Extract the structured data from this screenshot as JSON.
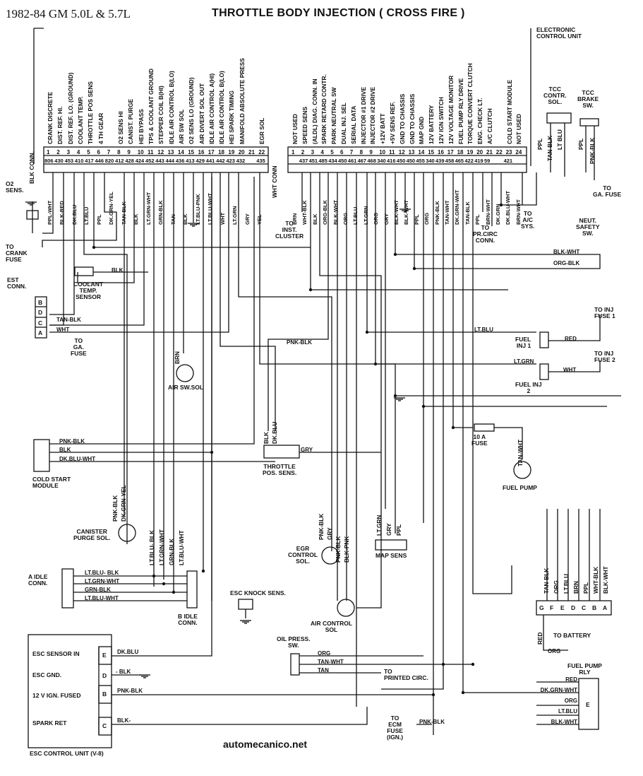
{
  "title": {
    "left": "1982-84 GM 5.0L & 5.7L",
    "right": "THROTTLE BODY INJECTION ( CROSS FIRE )"
  },
  "ecu_label": "ELECTRONIC\nCONTROL UNIT",
  "connector_left": {
    "name": "BLK CONN.",
    "functions": [
      "CRANK DISCRETE",
      "DIST. REF. HI.",
      "DIST. REF. LO. (GROUND)",
      "COOLANT TEMP.",
      "THROTTLE POS SENS",
      "4 TH GEAR",
      "",
      "O2 SENS HI",
      "CANIST. PURGE",
      "HEI BYPASS",
      "TPS & COOLANT GROUND",
      "STEPPER COIL B(HI)",
      "IDLE AIR CONTROL B(LO)",
      "AIR SW SOL",
      "O2 SENS LO (GROUND)",
      "AIR DIVERT SOL OUT",
      "IDLE AIR CONTROL A(HI)",
      "IDLE AIR CONTROL B(LO)",
      "HEI SPARK TIMING",
      "MANIFOLD ABSOLUTE PRESS",
      "",
      "EGR SOL"
    ],
    "pins": [
      "1",
      "2",
      "3",
      "4",
      "5",
      "6",
      "7",
      "8",
      "9",
      "10",
      "11",
      "12",
      "13",
      "14",
      "15",
      "16",
      "17",
      "18",
      "19",
      "20",
      "21",
      "22"
    ],
    "circuits": [
      "806",
      "430",
      "453",
      "410",
      "417",
      "446",
      "820",
      "412",
      "428",
      "424",
      "452",
      "443",
      "444",
      "436",
      "413",
      "429",
      "441",
      "442",
      "423",
      "432",
      "",
      "435"
    ],
    "wires": [
      "PPL-WHT",
      "BLK-RED",
      "DK.BLU",
      "LT.BLU",
      "PPL",
      "DK.GRN-YEL",
      "TAN-BLK",
      "BLK",
      "LT.GRN-WHT",
      "GRN-BLK",
      "TAN",
      "BLK",
      "LT.BLU-PNK",
      "LT.BLU-WHT",
      "WHT",
      "LT.GRN",
      "GRY",
      "YEL"
    ]
  },
  "connector_right": {
    "name": "WHT CONN",
    "functions": [
      "NOT USED",
      "SPEED SENS",
      "(ALDL) DIAG. CONN. IN",
      "SPARK RETARD CONTR.",
      "PARK NEUTRAL SW",
      "DUAL INJ. SEL",
      "SERIAL DATA",
      "INJECTOR #1 DRIVE",
      "INJECTOR #2 DRIVE",
      "+12V BATT",
      "+5V SENS REF.",
      "GND TO CHASSIS",
      "GND TO CHASSIS",
      "MAP GND",
      "12V BATTERY",
      "12V IGN SWITCH",
      "12V VOLTAGE MONITOR",
      "FUEL PUMP RLY DRIVE",
      "TORQUE CONVERT CLUTCH",
      "ENG. CHECK LT.",
      "A/C CLUTCH",
      "",
      "COLD START MODULE",
      "NOT USED"
    ],
    "pins": [
      "1",
      "2",
      "3",
      "4",
      "5",
      "6",
      "7",
      "8",
      "9",
      "10",
      "11",
      "12",
      "13",
      "14",
      "15",
      "16",
      "17",
      "18",
      "19",
      "20",
      "21",
      "22",
      "23",
      "24"
    ],
    "circuits": [
      "",
      "437",
      "451",
      "485",
      "434",
      "450",
      "461",
      "467",
      "468",
      "340",
      "416",
      "450",
      "450",
      "455",
      "340",
      "439",
      "458",
      "465",
      "422",
      "419",
      "59",
      "",
      "421",
      ""
    ],
    "wires": [
      "BRN",
      "WHT-BLK",
      "BLK",
      "ORG-BLK",
      "BLK-WHT",
      "ORG",
      "LT.BLU",
      "LT.GRN",
      "ORG",
      "GRY",
      "BLK-WHT",
      "BLK-WHT",
      "PPL",
      "ORG",
      "PNK-BLK",
      "TAN-WHT",
      "DK.GRN-WHT",
      "TAN-BLK",
      "PPL",
      "BRN-WHT",
      "DK.GRN",
      "DK.BLU-WHT",
      "BRN-WHT"
    ]
  },
  "components": {
    "o2_sens": "O2\nSENS.",
    "to_crank_fuse": "TO\nCRANK\nFUSE",
    "est_conn": "EST\nCONN.",
    "est_pins": [
      "B",
      "D",
      "C",
      "A"
    ],
    "coolant_temp": "COOLANT\nTEMP.\nSENSOR",
    "to_ga_fuse_left": "TO\nGA.\nFUSE",
    "air_sw_sol": "AIR SW.SOL",
    "cold_start_module": "COLD START\nMODULE",
    "canister_purge": "CANISTER\nPURGE SOL.",
    "a_idle_conn": "A IDLE\nCONN.",
    "b_idle_conn": "B IDLE\nCONN.",
    "esc_knock": "ESC KNOCK SENS.",
    "throttle_pos": "THROTTLE\nPOS. SENS.",
    "egr_control": "EGR\nCONTROL\nSOL.",
    "air_control": "AIR CONTROL\nSOL",
    "map_sens": "MAP SENS",
    "to_inst_cluster": "TO\nINST.\nCLUSTER",
    "to_ac_sys": "TO\nA/C\nSYS.",
    "to_pr_circ": "TO\nPR.CIRC\nCONN.",
    "tcc_contr_sol": "TCC\nCONTR.\nSOL.",
    "tcc_brake_sw": "TCC\nBRAKE\nSW.",
    "to_ga_fuse_right": "TO\nGA. FUSE",
    "neut_safety": "NEUT.\nSAFETY\nSW.",
    "to_inj_fuse_1": "TO INJ\nFUSE 1",
    "to_inj_fuse_2": "TO INJ\nFUSE 2",
    "fuel_inj_1": "FUEL\nINJ 1",
    "fuel_inj_2": "FUEL INJ\n2",
    "ten_a_fuse": "10 A\nFUSE",
    "fuel_pump": "FUEL PUMP",
    "to_battery": "TO BATTERY",
    "fuel_pump_rly": "FUEL PUMP\nRLY",
    "oil_press_sw": "OIL PRESS.\nSW.",
    "to_printed_circ": "TO\nPRINTED CIRC.",
    "to_ecm_fuse": "TO\nECM\nFUSE\n(IGN.)",
    "esc_unit": "ESC CONTROL UNIT (V-8)",
    "esc_rows": [
      "ESC SENSOR IN",
      "ESC GND.",
      "12 V IGN. FUSED",
      "SPARK RET"
    ],
    "esc_pins": [
      "E",
      "D",
      "B",
      "C"
    ],
    "esc_wires": [
      "DK.BLU",
      "- BLK",
      "PNK-BLK",
      "BLK-"
    ],
    "g_connector": [
      "G",
      "F",
      "E",
      "D",
      "C",
      "B",
      "A"
    ],
    "g_wires": [
      "TAN-BLK",
      "ORG",
      "LT.BLU",
      "BRN",
      "PPL",
      "WHT-BLK",
      "BLK-WHT"
    ],
    "relay_wires": [
      "RED",
      "DK.GRN-WHT",
      "ORG",
      "LT.BLU",
      "BLK-WHT"
    ],
    "relay_pin": "E"
  },
  "wire_labels": {
    "blk": "BLK",
    "tan_blk": "TAN-BLK",
    "wht": "WHT",
    "pnk_blk": "PNK-BLK",
    "dk_blu_wht": "DK.BLU-WHT",
    "lt_blu_blk": "LT.BLU- BLK",
    "lt_grn_wht": "LT.GRN-WHT",
    "grn_blk": "GRN-BLK",
    "lt_blu_wht": "LT.BLU-WHT",
    "brn": "BRN",
    "dk_blu": "DK.BLU",
    "gry": "GRY",
    "blk_wht": "BLK-WHT",
    "org_blk": "ORG-BLK",
    "lt_blu": "LT.BLU",
    "red": "RED",
    "lt_grn": "LT.GRN",
    "tan_wht": "TAN-WHT",
    "org": "ORG",
    "tan": "TAN",
    "dk_grn_yel": "DK.GRN-YEL",
    "pnk_blk_v": "PNK-BLK",
    "ppl": "PPL",
    "blk_pnk": "BLK-PNK",
    "lt_blu_v": "LT BLU",
    "tan_v": "TAN-BLK"
  },
  "watermark": "automecanico.net"
}
